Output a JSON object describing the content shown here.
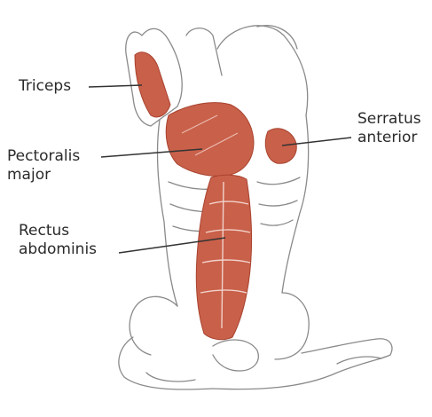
{
  "labels": {
    "triceps": {
      "lines": [
        "Triceps"
      ]
    },
    "pectoralis": {
      "lines": [
        "Pectoralis",
        "major"
      ]
    },
    "serratus": {
      "lines": [
        "Serratus",
        "anterior"
      ]
    },
    "rectus": {
      "lines": [
        "Rectus",
        "abdominis"
      ]
    }
  },
  "colors": {
    "muscle": "#c9604a",
    "muscle_dark": "#a8432f",
    "outline": "#8a8a8a",
    "leader": "#333333",
    "background": "#ffffff"
  }
}
